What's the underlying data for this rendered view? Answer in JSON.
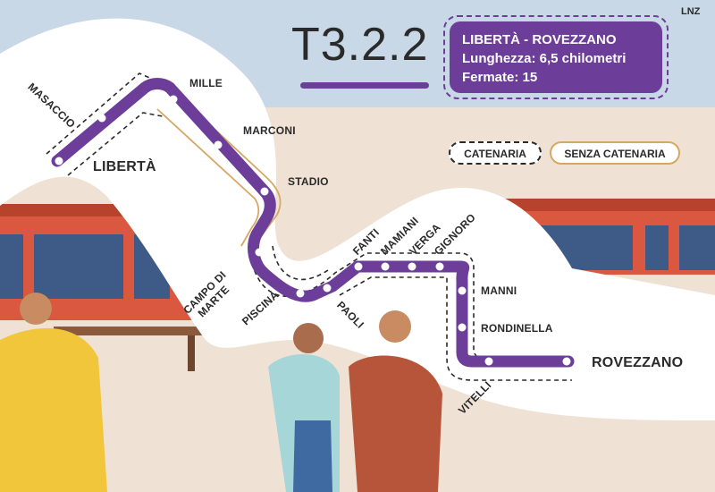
{
  "brand": "LNZ",
  "title": "T3.2.2",
  "info": {
    "route": "LIBERTÀ - ROVEZZANO",
    "length": "Lunghezza: 6,5 chilometri",
    "stops": "Fermate: 15"
  },
  "legend": {
    "catenary": "CATENARIA",
    "no_catenary": "SENZA CATENARIA"
  },
  "stations": {
    "masaccio": "MASACCIO",
    "liberta": "LIBERTÀ",
    "mille": "MILLE",
    "marconi": "MARCONI",
    "stadio": "STADIO",
    "campo_di_marte": "CAMPO DI MARTE",
    "piscina": "PISCINA",
    "paoli": "PAOLI",
    "fanti": "FANTI",
    "mamiani": "MAMIANI",
    "verga": "VERGA",
    "gignoro": "GIGNORO",
    "manni": "MANNI",
    "rondinella": "RONDINELLA",
    "vitelli": "VITELLI",
    "rovezzano": "ROVEZZANO"
  },
  "colors": {
    "line": "#6c3e9a",
    "catenary_outline": "#2a2a2a",
    "no_catenary_outline": "#d7a863",
    "sky": "#c9d8e6",
    "ground": "#efe2d4",
    "tram": "#d9583f"
  }
}
